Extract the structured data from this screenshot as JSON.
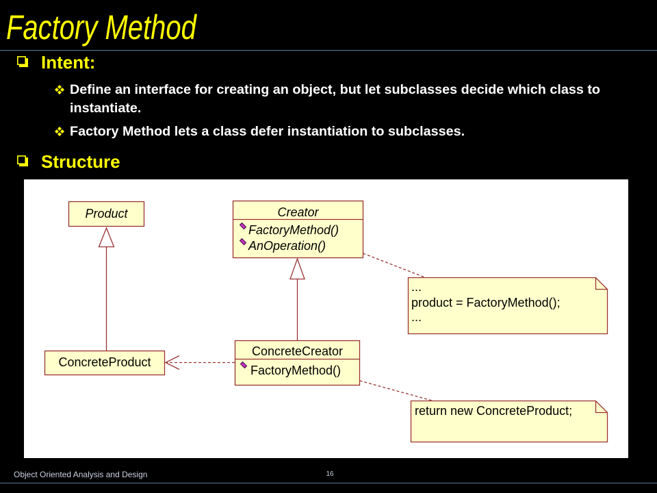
{
  "slide": {
    "title": "Factory Method",
    "sections": [
      {
        "heading": "Intent:",
        "points": [
          "Define an interface for creating an object, but let subclasses decide which class to instantiate.",
          "Factory Method lets a class defer instantiation to subclasses."
        ]
      },
      {
        "heading": "Structure"
      }
    ]
  },
  "diagram": {
    "classes": {
      "product": {
        "name": "Product"
      },
      "concrete_product": {
        "name": "ConcreteProduct"
      },
      "creator": {
        "name": "Creator",
        "operations": [
          "FactoryMethod()",
          "AnOperation()"
        ]
      },
      "concrete_creator": {
        "name": "ConcreteCreator",
        "operations": [
          "FactoryMethod()"
        ]
      }
    },
    "notes": {
      "creator_note": [
        "...",
        "product = FactoryMethod();",
        "..."
      ],
      "concrete_creator_note": [
        "return new ConcreteProduct;"
      ]
    }
  },
  "footer": {
    "course": "Object Oriented Analysis and Design",
    "page_number": "16"
  },
  "icons": {
    "section_bullet": "square-bullet-icon",
    "point_bullet": "diamond-bullet-icon",
    "operation": "operation-icon"
  },
  "colors": {
    "background": "#000000",
    "title": "#FFFF00",
    "heading": "#FFFF00",
    "body_text": "#FFFFFF",
    "footer_text": "#C9D1E0",
    "rule": "#58789A",
    "diagram_background": "#FFFFFF",
    "class_fill": "#FFFFCC",
    "class_border": "#993333",
    "operation_icon": "#CC33CC"
  }
}
